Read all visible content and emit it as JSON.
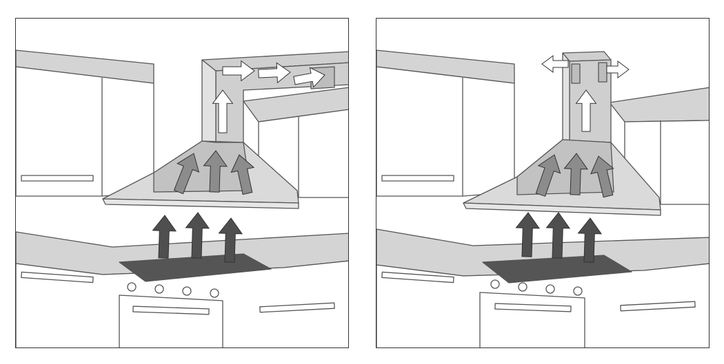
{
  "diagram": {
    "panels": [
      {
        "id": "ducted-exhaust",
        "arrows": [
          "rising-fumes",
          "hood-intake",
          "duct-flow"
        ]
      },
      {
        "id": "recirculating",
        "arrows": [
          "rising-fumes",
          "hood-intake",
          "side-vent-outflow"
        ]
      }
    ],
    "colors": {
      "line": "#555555",
      "cabinet_top": "#d4d4d4",
      "cabinet_face": "#ffffff",
      "duct": "#cfcfcf",
      "hood": "#dadada",
      "hood_shadow": "#c2c2c2",
      "cooktop": "#555555",
      "fume_arrow": "#4f4f4f",
      "intake_arrow": "#8c8c8c",
      "flow_arrow": "#ffffff"
    }
  }
}
